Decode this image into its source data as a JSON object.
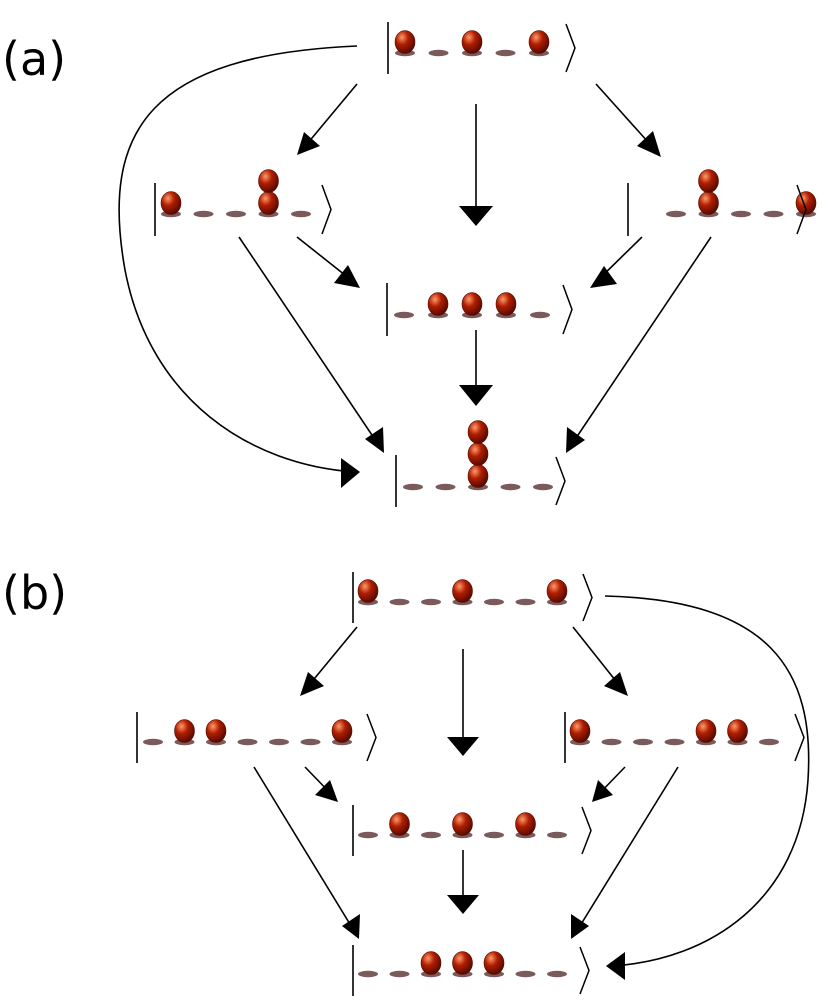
{
  "panels": [
    {
      "label": "(a)",
      "states": [
        {
          "id": "a-top",
          "sites": [
            1,
            0,
            1,
            0,
            1
          ]
        },
        {
          "id": "a-left",
          "sites": [
            1,
            0,
            0,
            2,
            0
          ]
        },
        {
          "id": "a-right",
          "sites": [
            0,
            2,
            0,
            0,
            1
          ]
        },
        {
          "id": "a-middle",
          "sites": [
            0,
            1,
            1,
            1,
            0
          ]
        },
        {
          "id": "a-bottom",
          "sites": [
            0,
            0,
            3,
            0,
            0
          ]
        }
      ]
    },
    {
      "label": "(b)",
      "states": [
        {
          "id": "b-top",
          "sites": [
            1,
            0,
            0,
            1,
            0,
            0,
            1
          ]
        },
        {
          "id": "b-left",
          "sites": [
            0,
            1,
            1,
            0,
            0,
            0,
            1
          ]
        },
        {
          "id": "b-right",
          "sites": [
            1,
            0,
            0,
            0,
            1,
            1,
            0
          ]
        },
        {
          "id": "b-middle",
          "sites": [
            0,
            1,
            0,
            1,
            0,
            1,
            0
          ]
        },
        {
          "id": "b-bottom",
          "sites": [
            0,
            0,
            1,
            1,
            1,
            0,
            0
          ]
        }
      ]
    }
  ],
  "colors": {
    "particle": "#b01e00",
    "particle_dark": "#5a0a00",
    "particle_highlight": "#ff9a6a",
    "site": "#7a5a5a",
    "stroke": "#000000"
  }
}
